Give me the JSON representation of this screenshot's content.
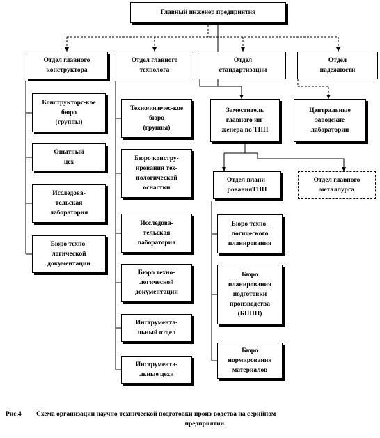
{
  "nodes": {
    "chief_engineer": "Главный инженер предприятия",
    "chief_designer_dept": "Отдел главного\nконструктора",
    "chief_technologist_dept": "Отдел главного\nтехнолога",
    "standardization_dept": "Отдел\nстандартизации",
    "reliability_dept": "Отдел\nнадежности",
    "design_bureau": "Конструкторс-кое\nбюро\n(группы)",
    "pilot_shop": "Опытный\nцех",
    "research_lab_1": "Исследова-\nтельская\nлаборатория",
    "tech_doc_bureau_1": "Бюро техно-\nлогической\nдокументации",
    "tech_bureau": "Технологичес-кое\nбюро\n(группы)",
    "tooling_design_bureau": "Бюро констру-\nирования тех-\nнологической\nоснастки",
    "research_lab_2": "Исследова-\nтельская\nлаборатория",
    "tech_doc_bureau_2": "Бюро техно-\nлогической\nдокументации",
    "tool_dept": "Инструмента-\nльный отдел",
    "tool_shops": "Инструмента-\nльные цехи",
    "deputy_chief_engineer": "Заместитель\nглавного ин-\nженера по ТПП",
    "central_labs": "Центральные\nзаводские\nлаборатории",
    "planning_dept": "Отдел плани-\nрованияТПП",
    "chief_metallurgist_dept": "Отдел главного\nметаллурга",
    "tech_planning_bureau": "Бюро техно-\nлогического\nпланирования",
    "production_prep_bureau": "Бюро\nпланирования\nподготовки\nпроизводства\n(БППП)",
    "materials_norming_bureau": "Бюро\nнормирования\nматериалов"
  },
  "caption": {
    "number": "Рис.4",
    "text_line1": "Схема организации научно-технической подготовки произ-водства на серийном",
    "text_line2": "предприятии."
  }
}
